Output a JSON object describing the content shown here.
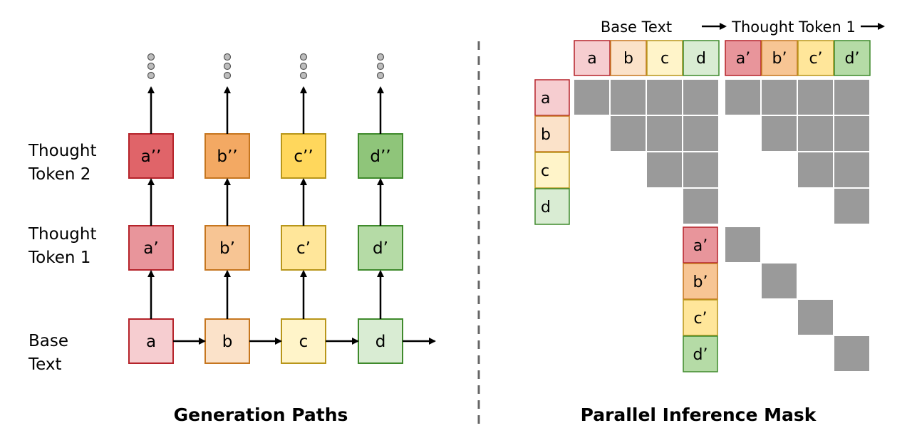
{
  "left_panel": {
    "title": "Generation Paths",
    "row_labels": [
      {
        "id": "thought2",
        "lines": [
          "Thought",
          "Token 2"
        ]
      },
      {
        "id": "thought1",
        "lines": [
          "Thought",
          "Token 1"
        ]
      },
      {
        "id": "base",
        "lines": [
          "Base",
          "Text"
        ]
      }
    ],
    "columns": [
      {
        "base": "a",
        "t1": "a’",
        "t2": "a’’",
        "ellipsis": "⋮"
      },
      {
        "base": "b",
        "t1": "b’",
        "t2": "b’’",
        "ellipsis": "⋮"
      },
      {
        "base": "c",
        "t1": "c’",
        "t2": "c’’",
        "ellipsis": "⋮"
      },
      {
        "base": "d",
        "t1": "d’",
        "t2": "d’’",
        "ellipsis": "⋮"
      }
    ]
  },
  "right_panel": {
    "title": "Parallel Inference Mask",
    "header_labels": {
      "base_text": "Base Text",
      "thought_token": "Thought Token 1"
    },
    "column_tokens": [
      "a",
      "b",
      "c",
      "d",
      "a’",
      "b’",
      "c’",
      "d’"
    ],
    "row_tokens": [
      "a",
      "b",
      "c",
      "d",
      "a’",
      "b’",
      "c’",
      "d’"
    ],
    "mask": [
      [
        1,
        1,
        1,
        1,
        1,
        1,
        1,
        1
      ],
      [
        0,
        1,
        1,
        1,
        0,
        1,
        1,
        1
      ],
      [
        0,
        0,
        1,
        1,
        0,
        0,
        1,
        1
      ],
      [
        0,
        0,
        0,
        1,
        0,
        0,
        0,
        1
      ],
      [
        0,
        0,
        0,
        0,
        1,
        0,
        0,
        0
      ],
      [
        0,
        0,
        0,
        0,
        0,
        1,
        0,
        0
      ],
      [
        0,
        0,
        0,
        0,
        0,
        0,
        1,
        0
      ],
      [
        0,
        0,
        0,
        0,
        0,
        0,
        0,
        1
      ]
    ]
  },
  "colors": {
    "base_fill": [
      "#f6cdd0",
      "#fbe2c9",
      "#fff4c9",
      "#d9ecd3"
    ],
    "t1_fill": [
      "#e8959b",
      "#f7c594",
      "#ffe69a",
      "#b5dba6"
    ],
    "t2_fill": [
      "#e06469",
      "#f3a963",
      "#ffd75c",
      "#8fc57a"
    ],
    "borders": [
      "#b5232a",
      "#c6761f",
      "#b8961a",
      "#3f8a2c"
    ],
    "mask_cell": "#9a9a9a",
    "divider": "#666666",
    "arrow": "#000000"
  }
}
